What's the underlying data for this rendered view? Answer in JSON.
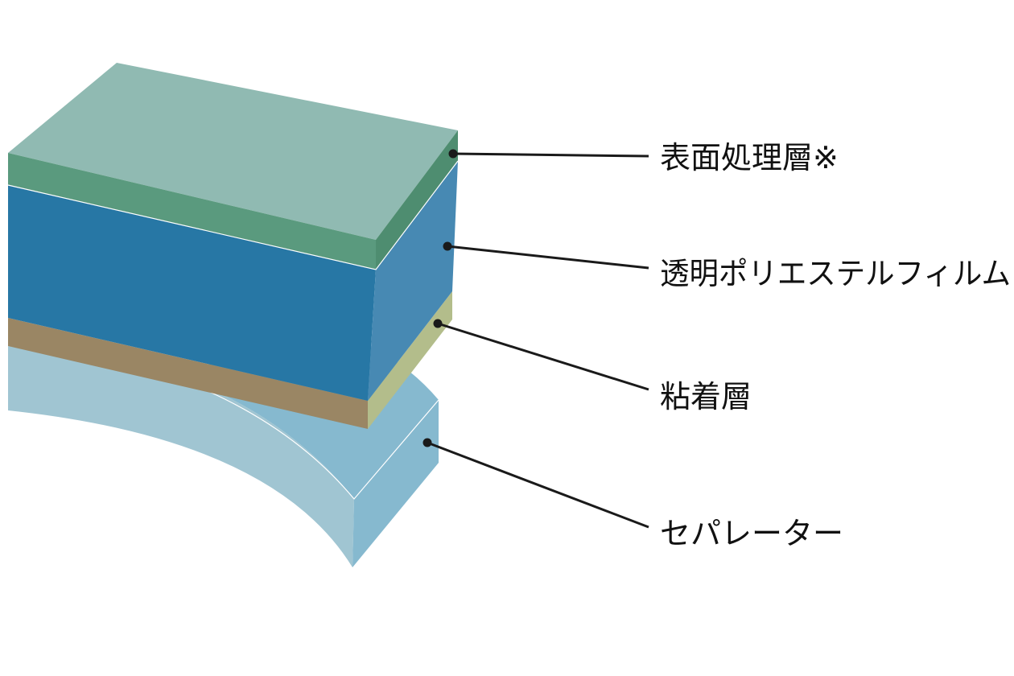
{
  "labels": {
    "surface_layer": "表面処理層※",
    "pet_film": "透明ポリエステルフィルム",
    "adhesive_layer": "粘着層",
    "separator": "セパレーター"
  },
  "colors": {
    "surface_top": "#90bab2",
    "surface_front": "#5a9a7e",
    "surface_side": "#4e8d70",
    "film_front": "#2777a5",
    "film_side": "#4789b3",
    "adhesive_front": "#9a8664",
    "adhesive_side": "#b3bd8b",
    "separator_front": "#a0c5d2",
    "separator_top": "#86b9cf",
    "separator_side": "#86b9cf",
    "leader_line": "#1a1a1a"
  }
}
